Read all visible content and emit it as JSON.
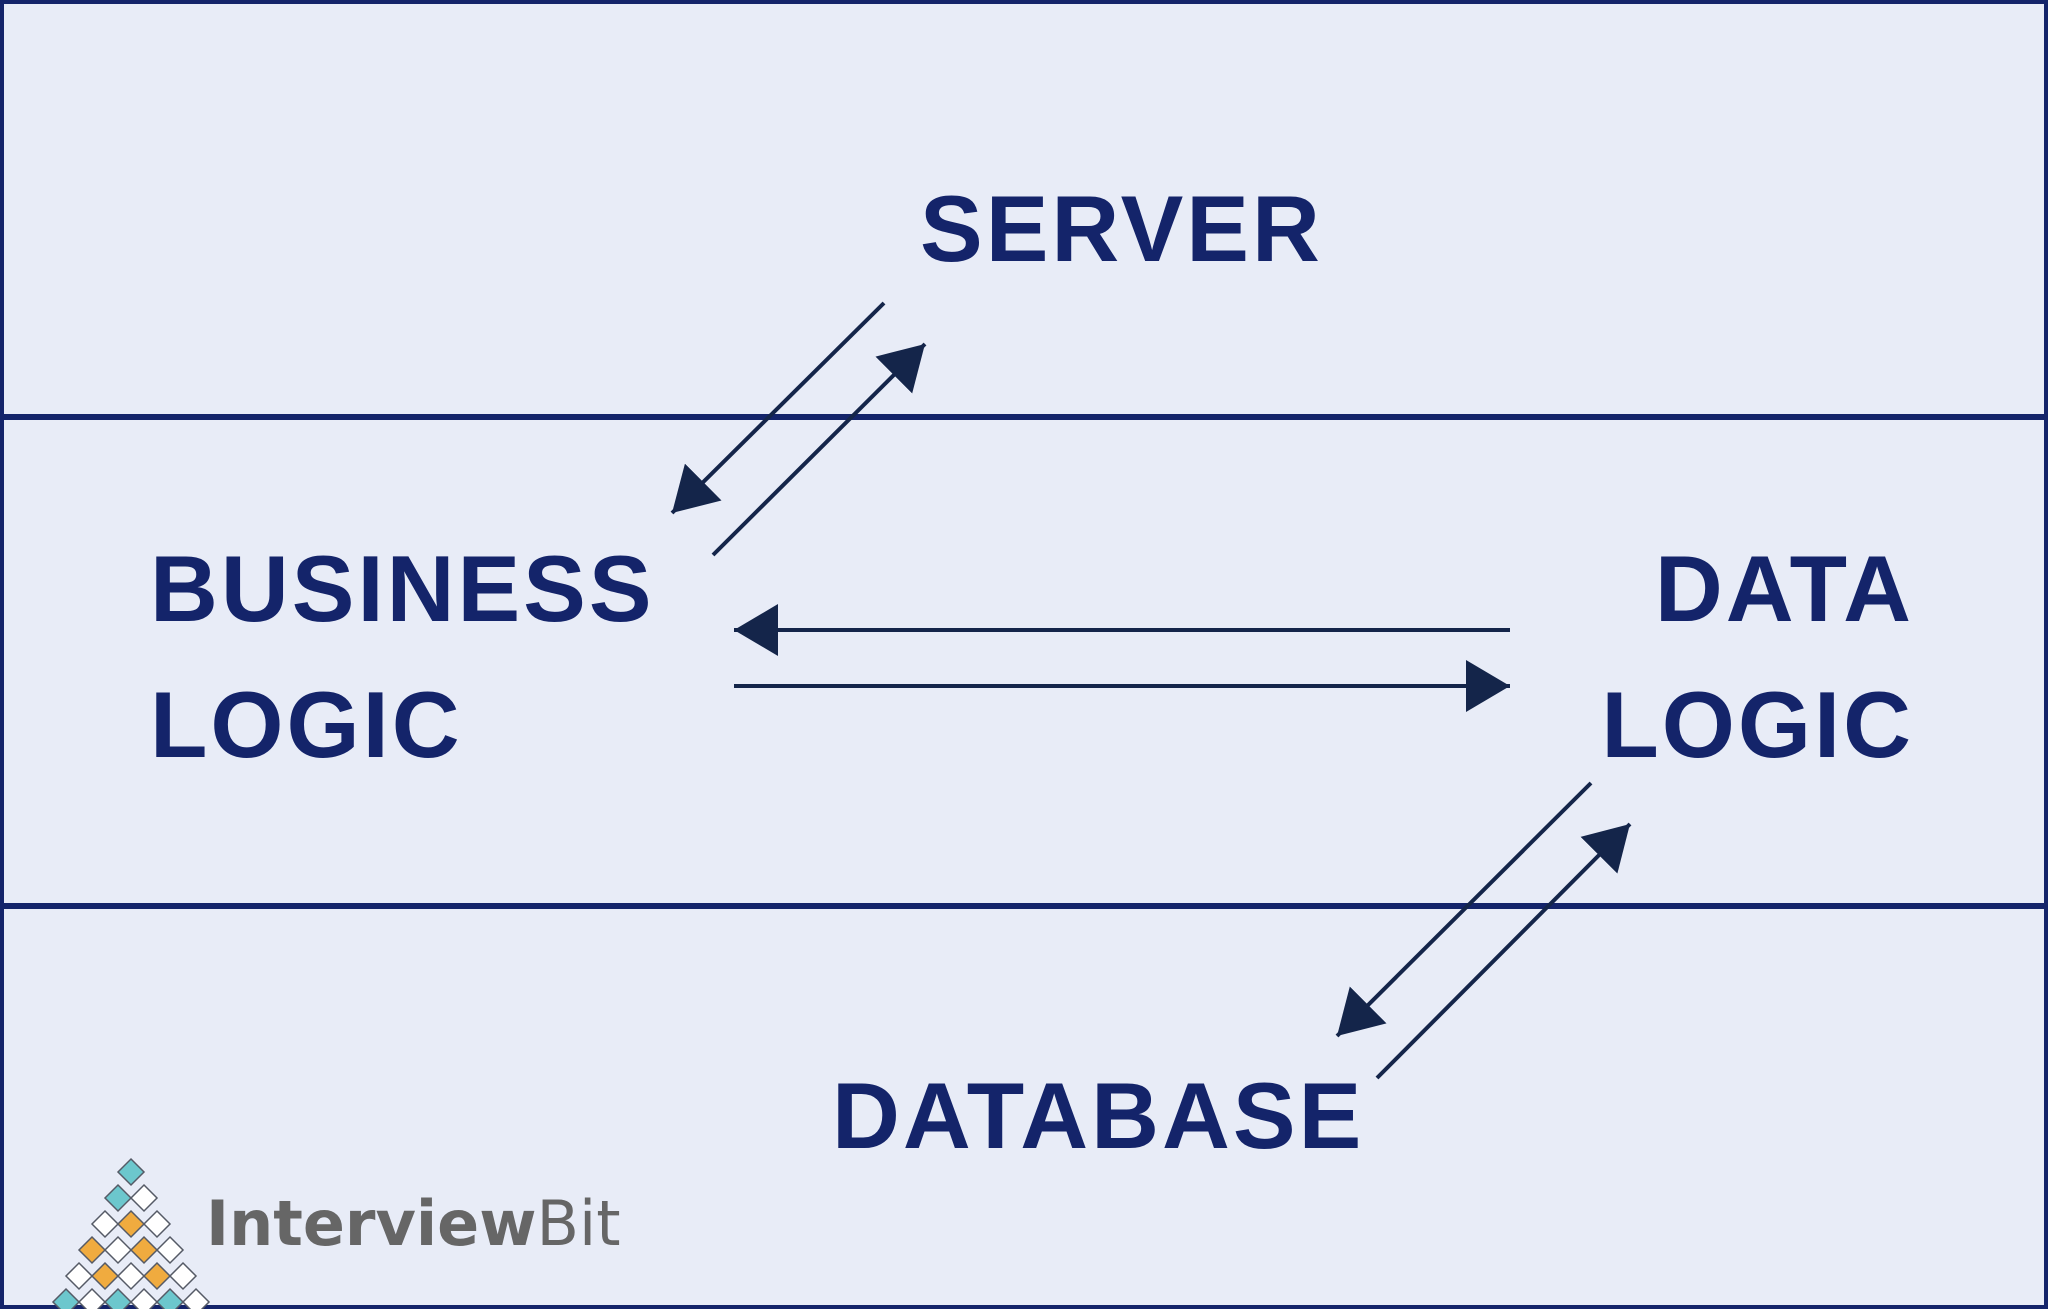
{
  "colors": {
    "background": "#e8ecf7",
    "border": "#14246a",
    "text": "#14246a",
    "arrow": "#14254a",
    "logo_teal": "#6cc7cd",
    "logo_orange": "#f0ab3f",
    "logo_outline": "#555a66",
    "brand_text": "#666666"
  },
  "nodes": {
    "server": {
      "label": "SERVER"
    },
    "business_logic": {
      "line1": "BUSINESS",
      "line2": "LOGIC"
    },
    "data_logic": {
      "line1": "DATA",
      "line2": "LOGIC"
    },
    "database": {
      "label": "DATABASE"
    }
  },
  "logo": {
    "brand_name": "InterviewBit",
    "brand_part1": "Interview",
    "brand_part2": "Bit",
    "icon": "pyramid-checker-icon"
  }
}
